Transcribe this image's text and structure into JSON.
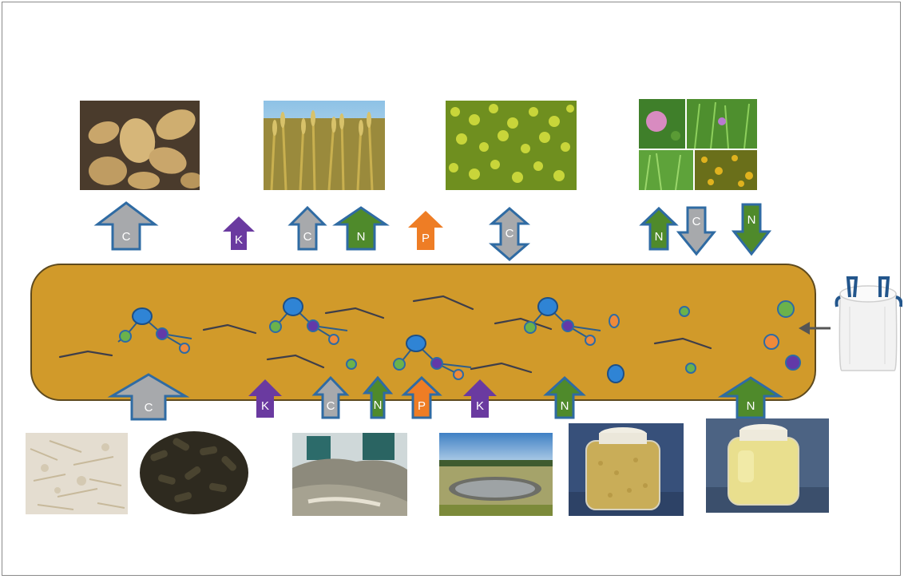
{
  "colors": {
    "soil": "#d19a2a",
    "carbon": "#a7a9ac",
    "nitrogen": "#4f8a2b",
    "phosphorus": "#ee7d25",
    "potassium": "#6a3aa0",
    "outline": "#2f6ba3",
    "molecule_blue": "#2f84d5",
    "molecule_green": "#6bb24b",
    "molecule_orange": "#ef8a3a",
    "molecule_purple": "#6239a8"
  },
  "icons": {
    "top_photos": [
      "potato-crop-image",
      "cereal-crop-image",
      "green-manure-crop-image",
      "clover-ley-collage-image"
    ],
    "bottom_photos": [
      "straw-image",
      "pellets-image",
      "digestate-heap-image",
      "slurry-lagoon-image",
      "granule-jar-image",
      "liquid-jar-image"
    ],
    "input_bag": "big-bag-icon"
  },
  "arrows": {
    "top": [
      {
        "label": "C",
        "direction": "up"
      },
      {
        "label": "K",
        "direction": "up"
      },
      {
        "label": "C",
        "direction": "up"
      },
      {
        "label": "N",
        "direction": "up"
      },
      {
        "label": "P",
        "direction": "up"
      },
      {
        "label": "C",
        "direction": "both"
      },
      {
        "label": "N",
        "direction": "up"
      },
      {
        "label": "C",
        "direction": "down"
      },
      {
        "label": "N",
        "direction": "down"
      }
    ],
    "bottom": [
      {
        "label": "C",
        "direction": "up"
      },
      {
        "label": "K",
        "direction": "up"
      },
      {
        "label": "C",
        "direction": "up"
      },
      {
        "label": "N",
        "direction": "up"
      },
      {
        "label": "P",
        "direction": "up"
      },
      {
        "label": "K",
        "direction": "up"
      },
      {
        "label": "N",
        "direction": "up"
      },
      {
        "label": "N",
        "direction": "up"
      }
    ]
  }
}
